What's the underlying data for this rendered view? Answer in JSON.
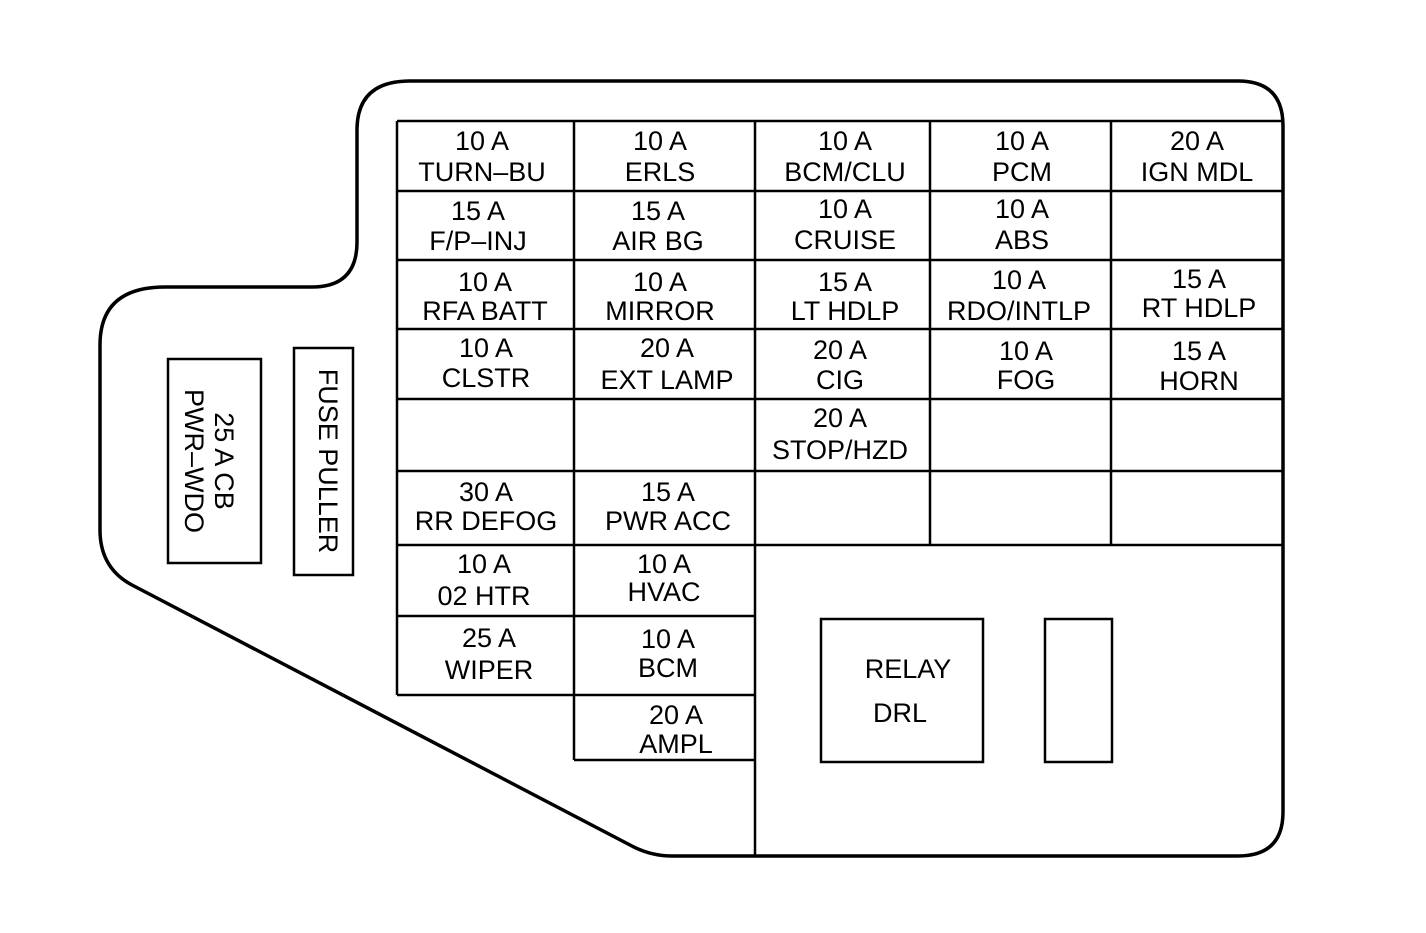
{
  "fuses": [
    {
      "id": "turn-bu",
      "amp": "10 A",
      "name": "TURN–BU"
    },
    {
      "id": "erls",
      "amp": "10 A",
      "name": "ERLS"
    },
    {
      "id": "bcm-clu",
      "amp": "10 A",
      "name": "BCM/CLU"
    },
    {
      "id": "pcm",
      "amp": "10 A",
      "name": "PCM"
    },
    {
      "id": "ign-mdl",
      "amp": "20 A",
      "name": "IGN MDL"
    },
    {
      "id": "fp-inj",
      "amp": "15 A",
      "name": "F/P–INJ"
    },
    {
      "id": "air-bg",
      "amp": "15 A",
      "name": "AIR BG"
    },
    {
      "id": "cruise",
      "amp": "10 A",
      "name": "CRUISE"
    },
    {
      "id": "abs",
      "amp": "10 A",
      "name": "ABS"
    },
    {
      "id": "rfa-batt",
      "amp": "10 A",
      "name": "RFA BATT"
    },
    {
      "id": "mirror",
      "amp": "10 A",
      "name": "MIRROR"
    },
    {
      "id": "lt-hdlp",
      "amp": "15 A",
      "name": "LT HDLP"
    },
    {
      "id": "rdo-intlp",
      "amp": "10 A",
      "name": "RDO/INTLP"
    },
    {
      "id": "rt-hdlp",
      "amp": "15 A",
      "name": "RT HDLP"
    },
    {
      "id": "clstr",
      "amp": "10 A",
      "name": "CLSTR"
    },
    {
      "id": "ext-lamp",
      "amp": "20 A",
      "name": "EXT LAMP"
    },
    {
      "id": "cig",
      "amp": "20 A",
      "name": "CIG"
    },
    {
      "id": "fog",
      "amp": "10 A",
      "name": "FOG"
    },
    {
      "id": "horn",
      "amp": "15 A",
      "name": "HORN"
    },
    {
      "id": "stop-hzd",
      "amp": "20 A",
      "name": "STOP/HZD"
    },
    {
      "id": "rr-defog",
      "amp": "30 A",
      "name": "RR DEFOG"
    },
    {
      "id": "pwr-acc",
      "amp": "15 A",
      "name": "PWR ACC"
    },
    {
      "id": "o2-htr",
      "amp": "10 A",
      "name": "02 HTR"
    },
    {
      "id": "hvac",
      "amp": "10 A",
      "name": "HVAC"
    },
    {
      "id": "wiper",
      "amp": "25 A",
      "name": "WIPER"
    },
    {
      "id": "bcm",
      "amp": "10 A",
      "name": "BCM"
    },
    {
      "id": "ampl",
      "amp": "20 A",
      "name": "AMPL"
    }
  ],
  "relay": {
    "line1": "RELAY",
    "line2": "DRL"
  },
  "circuit_breaker": {
    "line1": "25 A  CB",
    "line2": "PWR–WDO"
  },
  "fuse_puller": "FUSE PULLER"
}
